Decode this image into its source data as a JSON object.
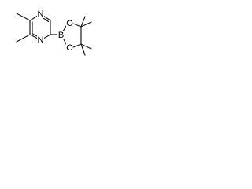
{
  "structure": {
    "atoms": {
      "n_top": "N",
      "n_bottom": "N",
      "boron": "B",
      "o_upper": "O",
      "o_lower": "O"
    }
  }
}
